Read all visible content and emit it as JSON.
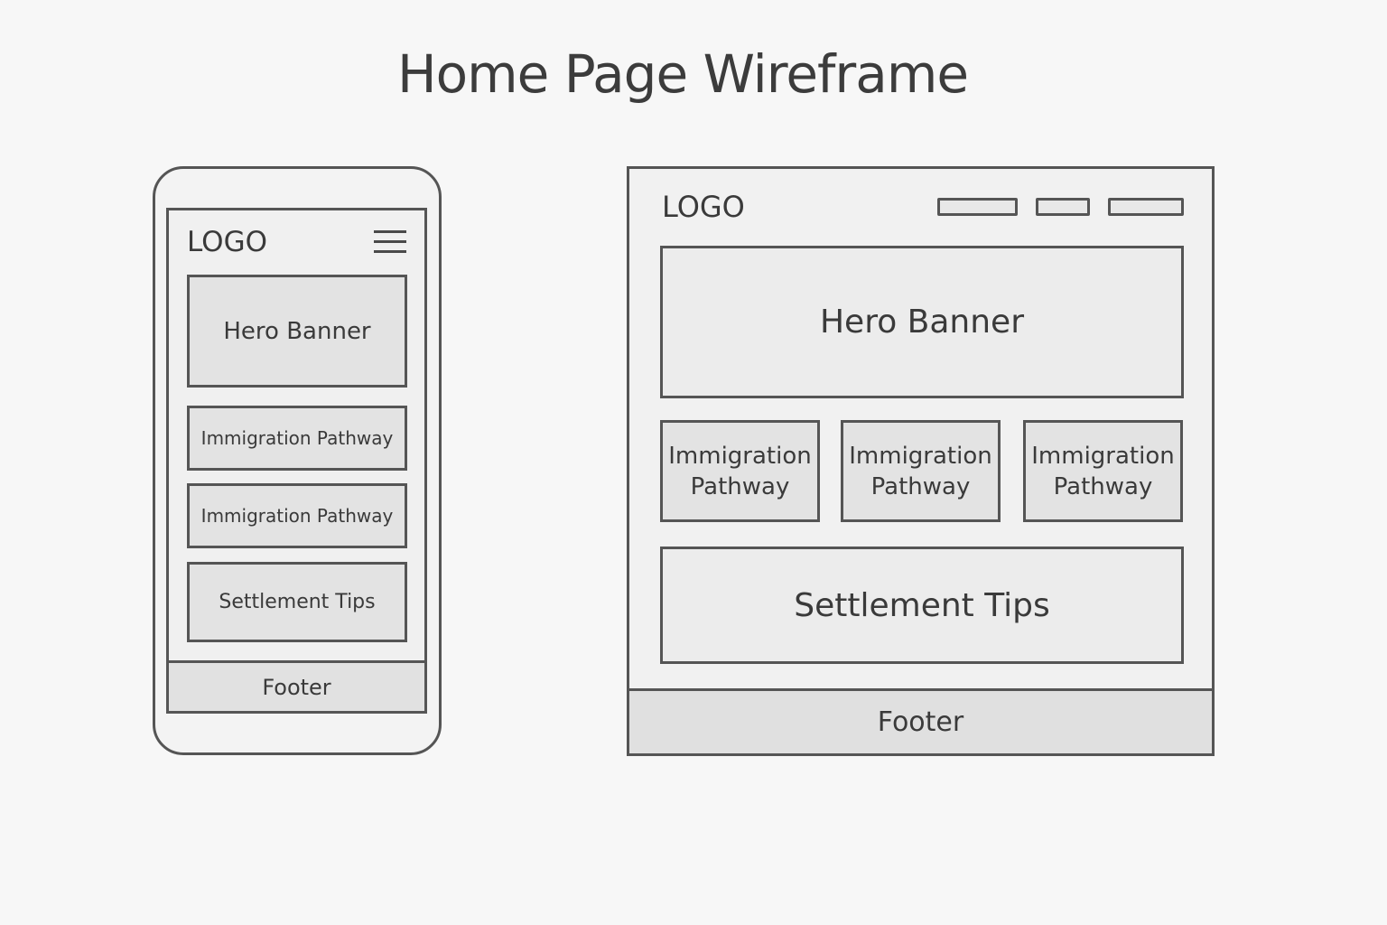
{
  "title": "Home Page Wireframe",
  "mobile": {
    "logo": "LOGO",
    "menu_icon": "hamburger-menu-icon",
    "hero": "Hero Banner",
    "pathways": [
      "Immigration Pathway",
      "Immigration Pathway"
    ],
    "tips": "Settlement Tips",
    "footer": "Footer"
  },
  "desktop": {
    "logo": "LOGO",
    "nav_items": 3,
    "hero": "Hero Banner",
    "pathways": [
      {
        "line1": "Immigration",
        "line2": "Pathway"
      },
      {
        "line1": "Immigration",
        "line2": "Pathway"
      },
      {
        "line1": "Immigration",
        "line2": "Pathway"
      }
    ],
    "tips": "Settlement Tips",
    "footer": "Footer"
  },
  "colors": {
    "background": "#f7f7f7",
    "stroke": "#555555",
    "fill": "#e3e3e3",
    "text": "#3a3a3a"
  }
}
